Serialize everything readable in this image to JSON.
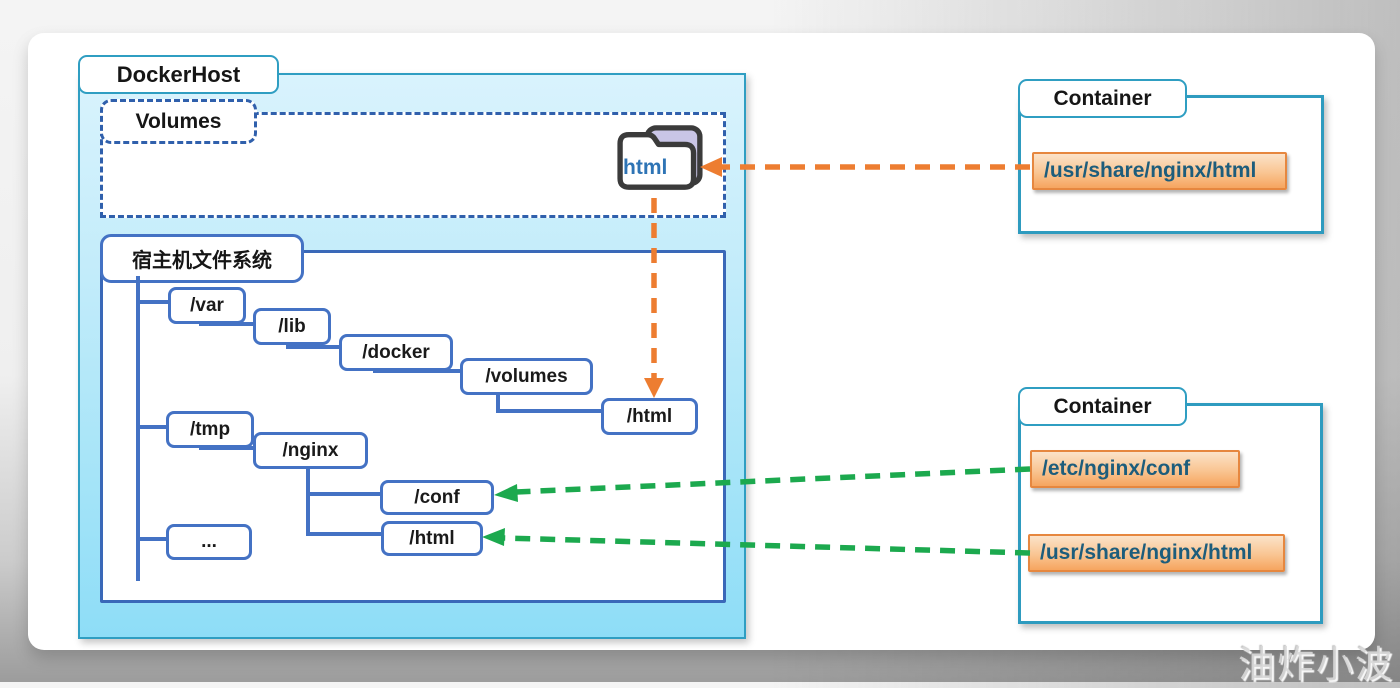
{
  "docker_host": {
    "label": "DockerHost",
    "volumes": {
      "label": "Volumes",
      "volume_name": "html"
    },
    "host_filesystem": {
      "label": "宿主机文件系统",
      "tree": {
        "var": "/var",
        "lib": "/lib",
        "docker": "/docker",
        "volumes": "/volumes",
        "volumes_html": "/html",
        "tmp": "/tmp",
        "nginx": "/nginx",
        "nginx_conf": "/conf",
        "nginx_html": "/html",
        "others": "..."
      }
    }
  },
  "containers": [
    {
      "label": "Container",
      "mounts": [
        "/usr/share/nginx/html"
      ]
    },
    {
      "label": "Container",
      "mounts": [
        "/etc/nginx/conf",
        "/usr/share/nginx/html"
      ]
    }
  ],
  "watermark": "油炸小波",
  "colors": {
    "teal_border": "#2f9ec2",
    "host_fill_top": "#d9f3fd",
    "host_fill_bottom": "#8eddf7",
    "tree_blue": "#4472c4",
    "dashed_blue": "#3060ac",
    "orange_arrow": "#ed7d31",
    "green_arrow": "#1ca94e",
    "mount_fill": "#f6a55f",
    "mount_border": "#e6873f",
    "mount_text": "#1d5d7c"
  }
}
